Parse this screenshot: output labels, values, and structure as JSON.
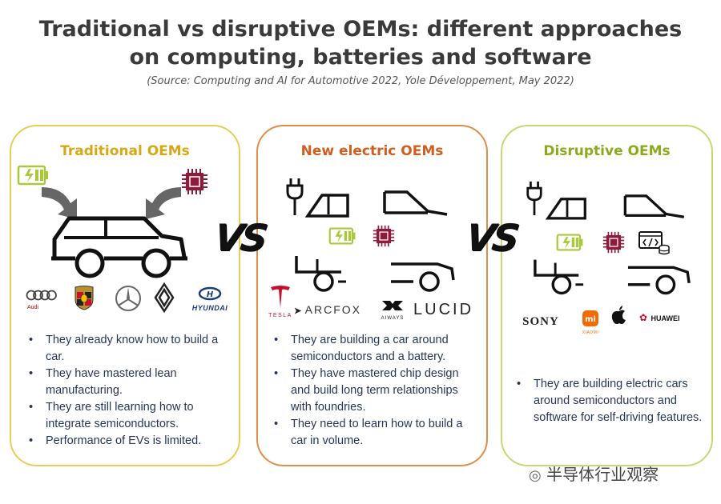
{
  "title_line1": "Traditional vs disruptive OEMs: different approaches",
  "title_line2": "on computing, batteries and software",
  "source": "(Source: Computing and AI for Automotive 2022, Yole Développement, May 2022)",
  "vs_label": "VS",
  "panels": [
    {
      "title": "Traditional OEMs",
      "logos": [
        "Audi",
        "HYUNDAI"
      ],
      "bullets": [
        "They already know how to build a car.",
        "They have mastered lean manufacturing.",
        "They are still learning how to integrate semiconductors.",
        "Performance of EVs is limited."
      ]
    },
    {
      "title": "New electric OEMs",
      "logos": [
        "TESLA",
        "ARCFOX",
        "AIWAYS",
        "LUCID"
      ],
      "bullets": [
        "They are building a car around semiconductors and a battery.",
        "They have mastered chip design and build long term relationships with foundries.",
        "They need to learn how to build a car in volume."
      ]
    },
    {
      "title": "Disruptive OEMs",
      "logos": [
        "SONY",
        "XIAOMI",
        "HUAWEI"
      ],
      "bullets": [
        "They are building electric cars around semiconductors and software for self-driving features."
      ]
    }
  ],
  "watermark": "半导体行业观察",
  "colors": {
    "traditional": "#d6a818",
    "new": "#cf5f1f",
    "disruptive": "#8aab1e",
    "battery": "#a8c93a",
    "chip": "#8b1c3c",
    "text": "#26365a"
  }
}
